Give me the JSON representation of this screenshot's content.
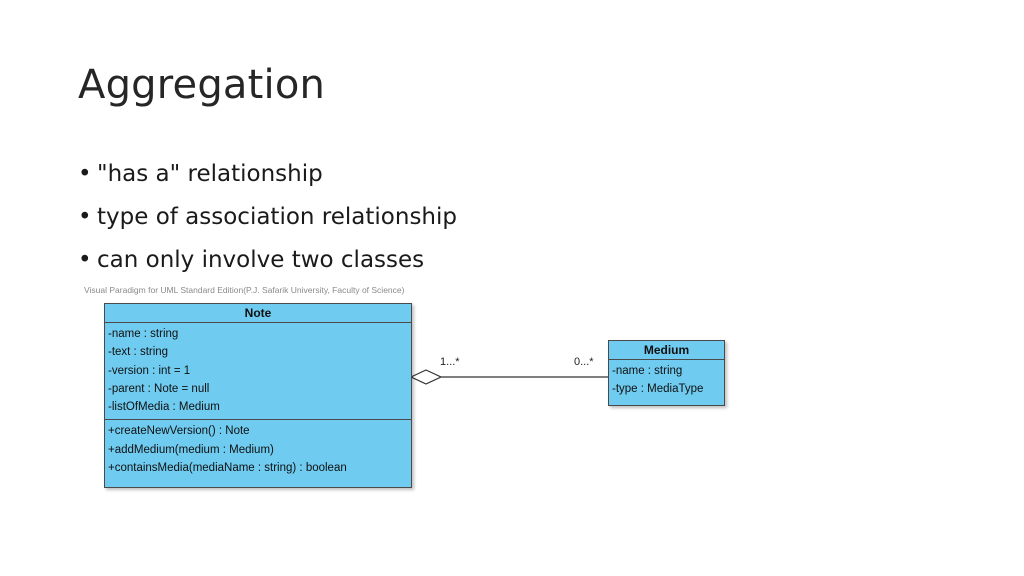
{
  "slide": {
    "title": "Aggregation",
    "bullets": [
      "\"has a\" relationship",
      "type of association relationship",
      "can only involve two classes"
    ]
  },
  "diagram": {
    "watermark": "Visual Paradigm for UML Standard Edition(P.J. Safarik University, Faculty of Science)",
    "note_class": {
      "name": "Note",
      "attributes": [
        "-name : string",
        "-text : string",
        "-version : int = 1",
        "-parent : Note = null",
        "-listOfMedia : Medium"
      ],
      "operations": [
        "+createNewVersion() : Note",
        "+addMedium(medium : Medium)",
        "+containsMedia(mediaName : string) : boolean"
      ]
    },
    "medium_class": {
      "name": "Medium",
      "attributes": [
        "-name : string",
        "-type : MediaType"
      ]
    },
    "association": {
      "type": "aggregation",
      "whole_multiplicity": "1...*",
      "part_multiplicity": "0...*"
    },
    "colors": {
      "class_fill": "#6fcbf0",
      "class_border": "#4a4a4a"
    }
  }
}
